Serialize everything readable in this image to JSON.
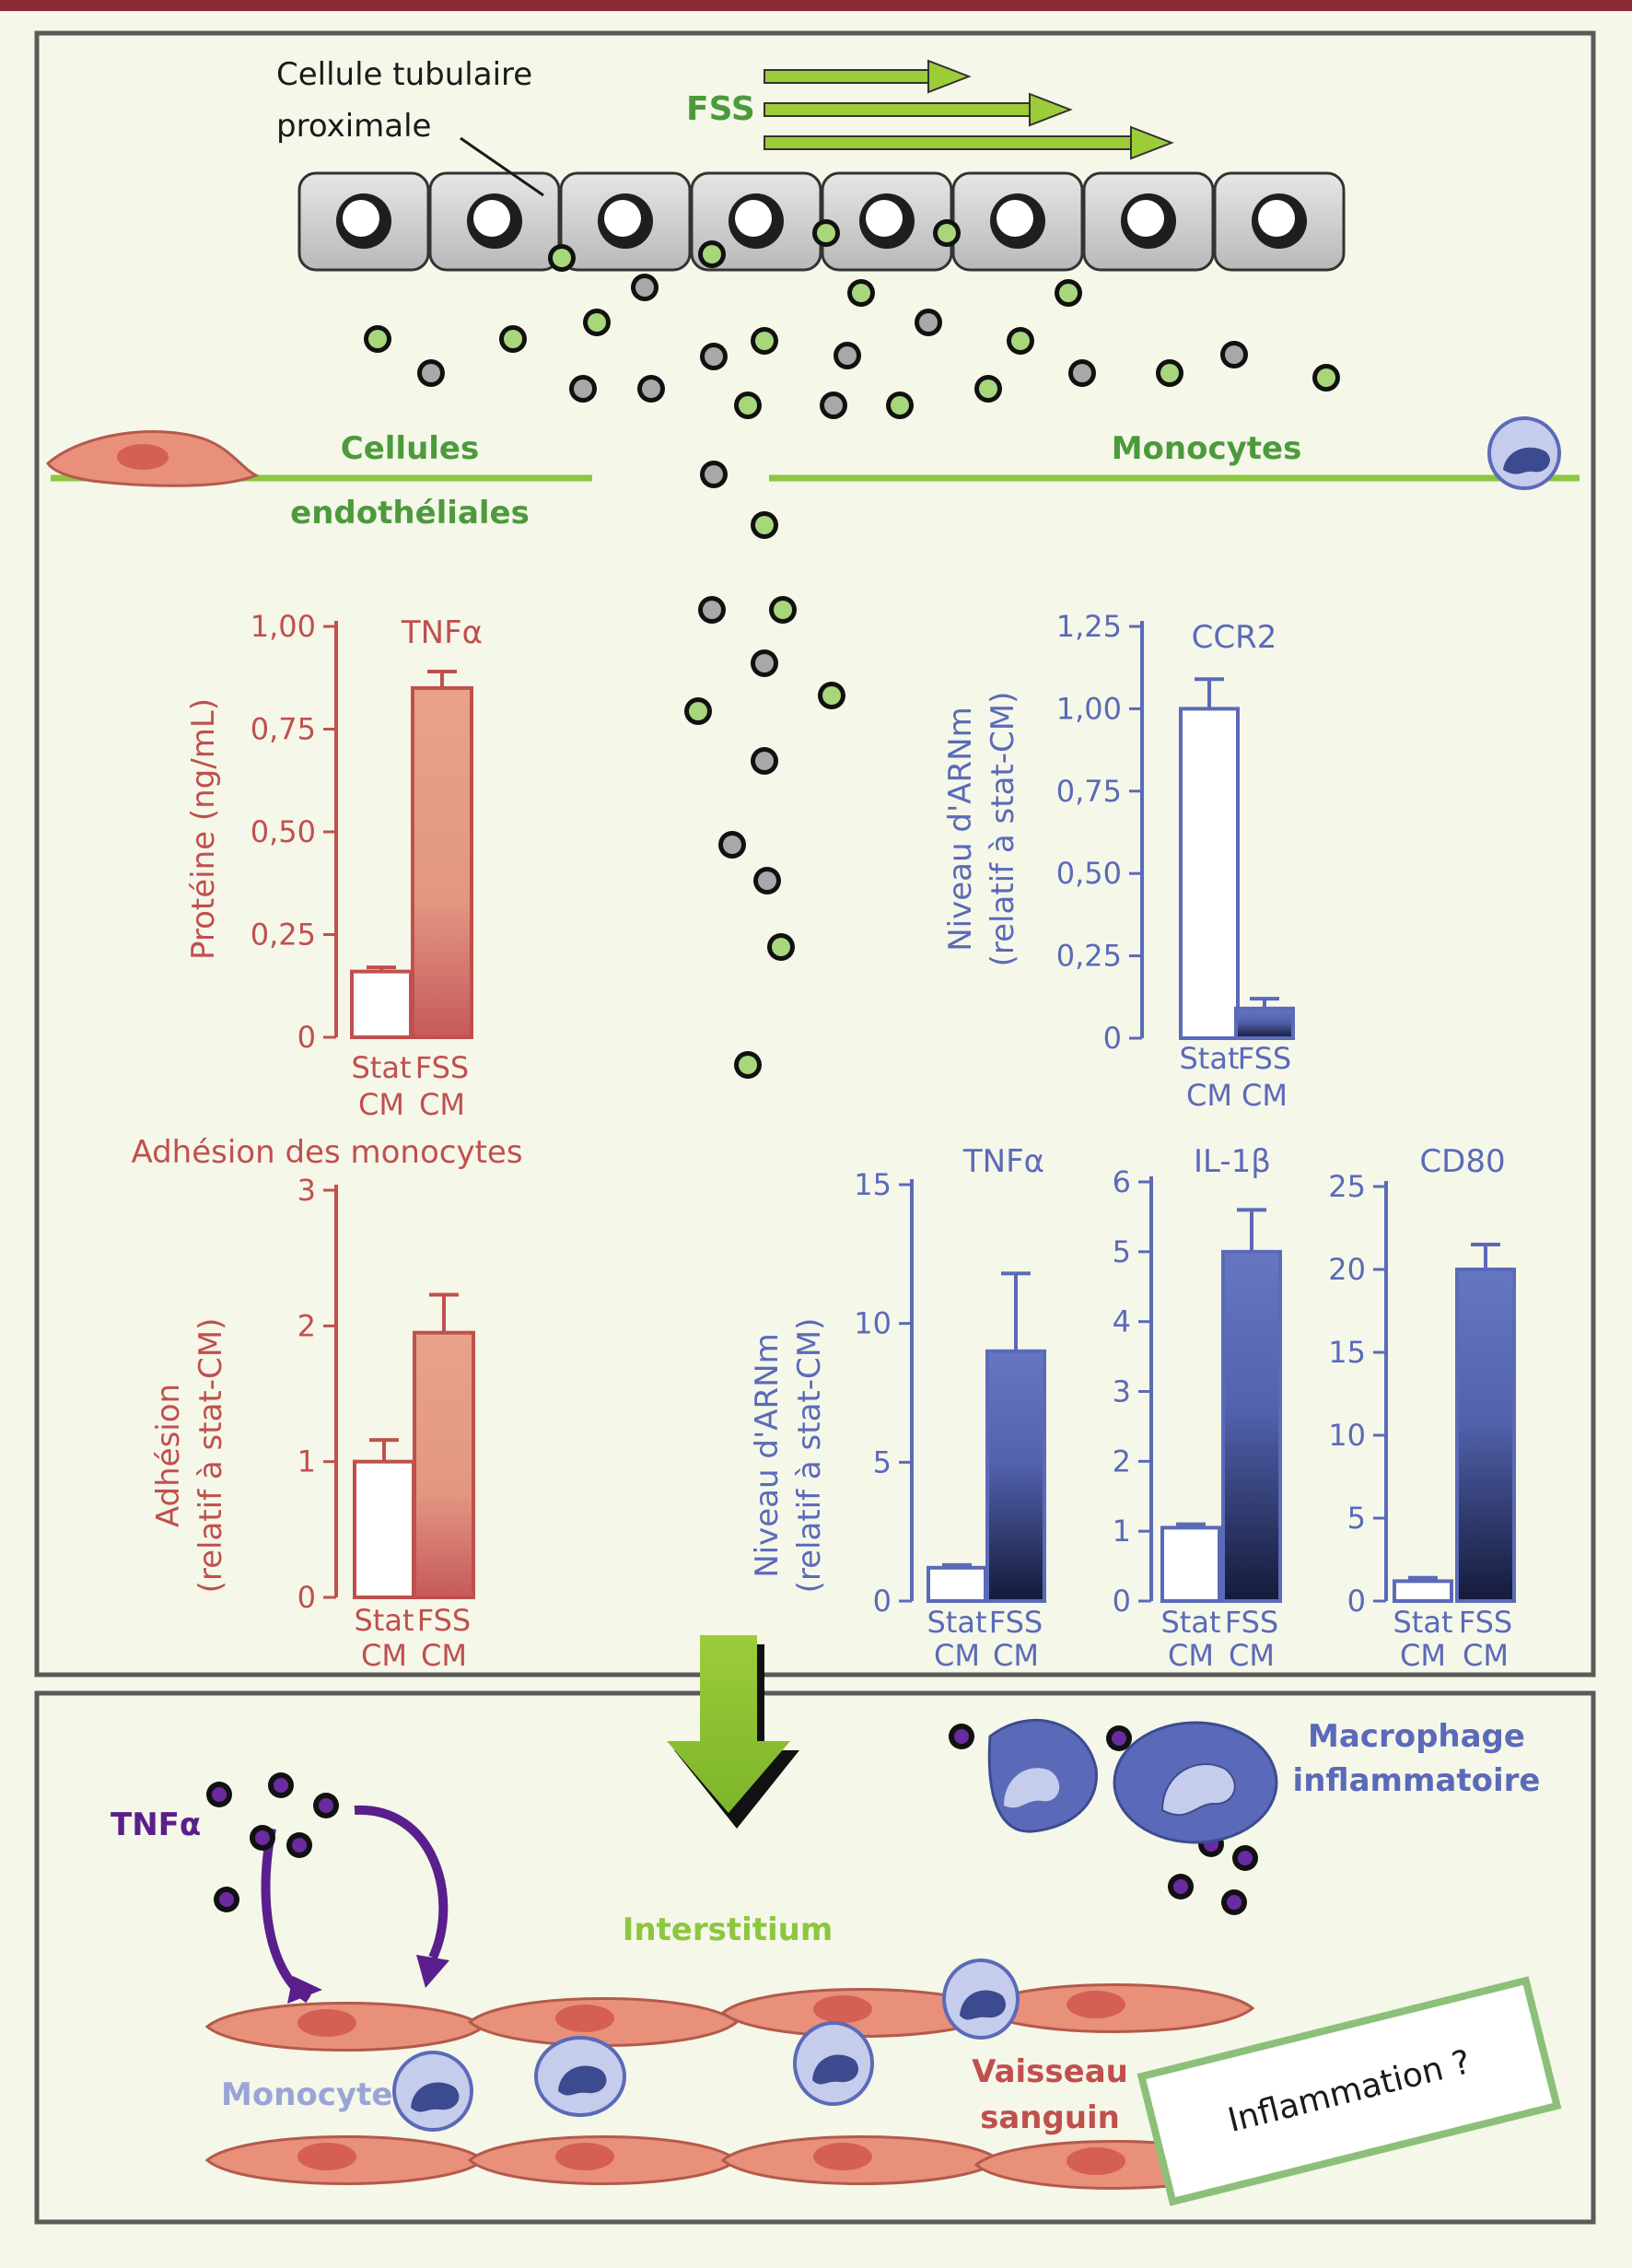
{
  "colors": {
    "background": "#f5f7e9",
    "frame": "#5a5a5a",
    "top_rule": "#8b2a34",
    "green": "#4c9a3c",
    "lime": "#8dc63f",
    "red": "#c0504d",
    "blue": "#5b6ab8",
    "purple": "#5a1f8c",
    "cell_pink": "#e8907a"
  },
  "top": {
    "cell_label": [
      "Cellule tubulaire",
      "proximale"
    ],
    "fss_label": "FSS",
    "endo_label": [
      "Cellules",
      "endothéliales"
    ],
    "mono_label": "Monocytes"
  },
  "bottom": {
    "tnf_label": "TNFα",
    "macrophage_label": [
      "Macrophage",
      "inflammatoire"
    ],
    "interstitium_label": "Interstitium",
    "monocyte_label": "Monocyte",
    "vessel_label": [
      "Vaisseau",
      "sanguin"
    ],
    "inflammation_label": "Inflammation ?"
  },
  "chart_data": [
    {
      "type": "bar",
      "title": "TNFα",
      "ylabel": "Protéine (ng/mL)",
      "categories": [
        [
          "Stat",
          "CM"
        ],
        [
          "FSS",
          "CM"
        ]
      ],
      "values": [
        0.16,
        0.85
      ],
      "errors": [
        0.01,
        0.04
      ],
      "ylim": [
        0,
        1.0
      ],
      "yticks": [
        "0",
        "0,25",
        "0,50",
        "0,75",
        "1,00"
      ]
    },
    {
      "type": "bar",
      "title": "Adhésion des monocytes",
      "ylabel": [
        "Adhésion",
        "(relatif à stat-CM)"
      ],
      "categories": [
        [
          "Stat",
          "CM"
        ],
        [
          "FSS",
          "CM"
        ]
      ],
      "values": [
        1.0,
        1.95
      ],
      "errors": [
        0.16,
        0.28
      ],
      "ylim": [
        0,
        3
      ],
      "yticks": [
        "0",
        "1",
        "2",
        "3"
      ]
    },
    {
      "type": "bar",
      "title": "CCR2",
      "ylabel": [
        "Niveau d'ARNm",
        "(relatif à stat-CM)"
      ],
      "categories": [
        [
          "Stat",
          "CM"
        ],
        [
          "FSS",
          "CM"
        ]
      ],
      "values": [
        1.0,
        0.09
      ],
      "errors": [
        0.09,
        0.03
      ],
      "ylim": [
        0,
        1.25
      ],
      "yticks": [
        "0",
        "0,25",
        "0,50",
        "0,75",
        "1,00",
        "1,25"
      ]
    },
    {
      "type": "bar",
      "title": "TNFα",
      "ylabel": [
        "Niveau d'ARNm",
        "(relatif à stat-CM)"
      ],
      "categories": [
        [
          "Stat",
          "CM"
        ],
        [
          "FSS",
          "CM"
        ]
      ],
      "values": [
        1.2,
        9.0
      ],
      "errors": [
        0.1,
        2.8
      ],
      "ylim": [
        0,
        15
      ],
      "yticks": [
        "0",
        "5",
        "10",
        "15"
      ]
    },
    {
      "type": "bar",
      "title": "IL-1β",
      "categories": [
        [
          "Stat",
          "CM"
        ],
        [
          "FSS",
          "CM"
        ]
      ],
      "values": [
        1.05,
        5.0
      ],
      "errors": [
        0.05,
        0.6
      ],
      "ylim": [
        0,
        6
      ],
      "yticks": [
        "0",
        "1",
        "2",
        "3",
        "4",
        "5",
        "6"
      ]
    },
    {
      "type": "bar",
      "title": "CD80",
      "categories": [
        [
          "Stat",
          "CM"
        ],
        [
          "FSS",
          "CM"
        ]
      ],
      "values": [
        1.2,
        20.0
      ],
      "errors": [
        0.2,
        1.5
      ],
      "ylim": [
        0,
        25
      ],
      "yticks": [
        "0",
        "5",
        "10",
        "15",
        "20",
        "25"
      ]
    }
  ]
}
